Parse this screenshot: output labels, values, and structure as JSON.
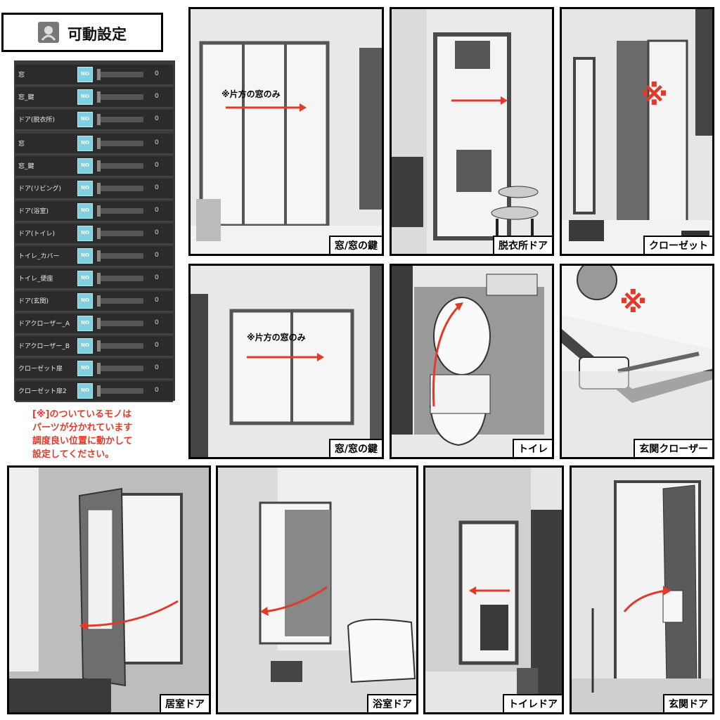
{
  "header": {
    "title": "可動設定",
    "icon": "gesture-icon"
  },
  "settings": {
    "group1": [
      {
        "label": "窓",
        "toggle": "NO",
        "value": "0"
      },
      {
        "label": "窓_鍵",
        "toggle": "NO",
        "value": "0"
      },
      {
        "label": "ドア(脱衣所)",
        "toggle": "NO",
        "value": "0"
      }
    ],
    "group2": [
      {
        "label": "窓",
        "toggle": "NO",
        "value": "0"
      },
      {
        "label": "窓_鍵",
        "toggle": "NO",
        "value": "0"
      },
      {
        "label": "ドア(リビング)",
        "toggle": "NO",
        "value": "0"
      },
      {
        "label": "ドア(浴室)",
        "toggle": "NO",
        "value": "0"
      },
      {
        "label": "ドア(トイレ)",
        "toggle": "NO",
        "value": "0"
      },
      {
        "label": "トイレ_カバー",
        "toggle": "NO",
        "value": "0"
      },
      {
        "label": "トイレ_便座",
        "toggle": "NO",
        "value": "0"
      },
      {
        "label": "ドア(玄関)",
        "toggle": "NO",
        "value": "0"
      },
      {
        "label": "ドアクローザー_A",
        "toggle": "NO",
        "value": "0"
      },
      {
        "label": "ドアクローザー_B",
        "toggle": "NO",
        "value": "0"
      },
      {
        "label": "クローゼット扉",
        "toggle": "NO",
        "value": "0"
      },
      {
        "label": "クローゼット扉2",
        "toggle": "NO",
        "value": "0"
      }
    ]
  },
  "note": "[※]のついているモノは\nパーツが分かれています\n調度良い位置に動かして\n設定してください。",
  "scenes": {
    "window1": {
      "caption": "窓/窓の鍵",
      "annotation": "※片方の窓のみ"
    },
    "dressing": {
      "caption": "脱衣所ドア"
    },
    "closet": {
      "caption": "クローゼット",
      "mark": "※"
    },
    "window2": {
      "caption": "窓/窓の鍵",
      "annotation": "※片方の窓のみ"
    },
    "toilet": {
      "caption": "トイレ"
    },
    "closer": {
      "caption": "玄関クローザー",
      "mark": "※"
    },
    "living": {
      "caption": "居室ドア"
    },
    "bath": {
      "caption": "浴室ドア"
    },
    "toiletdoor": {
      "caption": "トイレドア"
    },
    "entrance": {
      "caption": "玄関ドア"
    }
  },
  "colors": {
    "arrow": "#e23a2a",
    "toggle": "#7fd0e0",
    "panel": "#3a3a3a"
  }
}
